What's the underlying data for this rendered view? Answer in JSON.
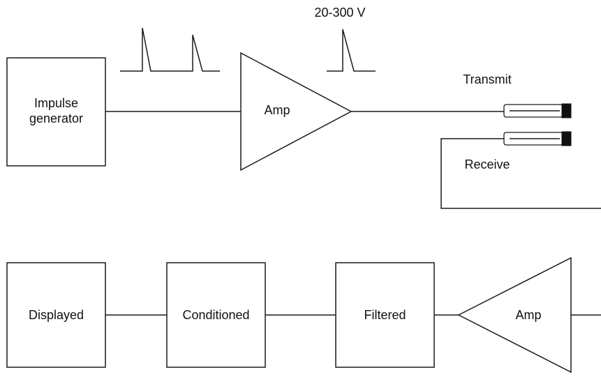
{
  "transmit_chain": {
    "impulse_generator": {
      "line1": "Impulse",
      "line2": "generator"
    },
    "amp_label": "Amp",
    "voltage_label": "20-300 V",
    "transmit_label": "Transmit",
    "receive_label": "Receive"
  },
  "receive_chain": {
    "displayed_label": "Displayed",
    "conditioned_label": "Conditioned",
    "filtered_label": "Filtered",
    "amp_label": "Amp"
  },
  "colors": {
    "line": "#1a1a1a",
    "transducer_tip": "#111111",
    "background": "#ffffff"
  }
}
